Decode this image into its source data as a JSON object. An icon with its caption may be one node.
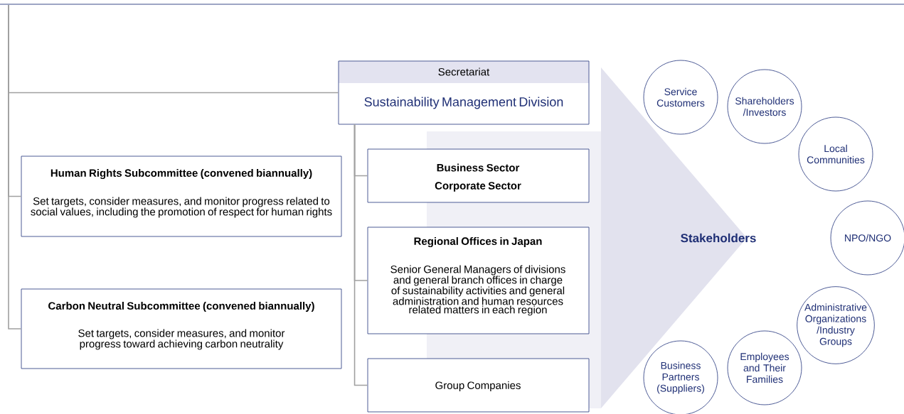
{
  "diagram": {
    "nodes": [
      {
        "text": [
          "Secretariat",
          "Sustainability Management Division"
        ]
      },
      {
        "text": [
          "Human Rights Subcommittee (convened biannually)",
          "Set targets, consider measures, and monitor progress related to social values, including the promotion of respect for human rights"
        ]
      },
      {
        "text": [
          "Business Sector",
          "Corporate Sector"
        ]
      },
      {
        "text": [
          "Regional Offices in Japan",
          "Senior General Managers of divisions and general branch offices in charge of sustainability activities and general administration and human resources related matters in each region"
        ]
      },
      {
        "text": [
          "Carbon Neutral Subcommittee (convened biannually)",
          "Set targets, consider measures, and monitor progress toward achieving carbon neutrality"
        ]
      },
      {
        "text": [
          "Group Companies"
        ]
      },
      {
        "text": [
          "Stakeholders"
        ]
      },
      {
        "text": [
          "Service Customers"
        ]
      },
      {
        "text": [
          "Shareholders /Investors"
        ]
      },
      {
        "text": [
          "Local Communities"
        ]
      },
      {
        "text": [
          "NPO/NGO"
        ]
      },
      {
        "text": [
          "Administrative Organizations /Industry Groups"
        ]
      },
      {
        "text": [
          "Employees and Their Families"
        ]
      },
      {
        "text": [
          "Business Partners (Suppliers)"
        ]
      }
    ],
    "edges": [
      {
        "from": null,
        "to": 0,
        "arrow": "none"
      },
      {
        "from": null,
        "to": 1,
        "arrow": "none"
      },
      {
        "from": null,
        "to": 4,
        "arrow": "none"
      },
      {
        "from": 0,
        "to": 2,
        "arrow": "none"
      },
      {
        "from": 0,
        "to": 3,
        "arrow": "none"
      },
      {
        "from": 0,
        "to": 5,
        "arrow": "none"
      }
    ]
  }
}
